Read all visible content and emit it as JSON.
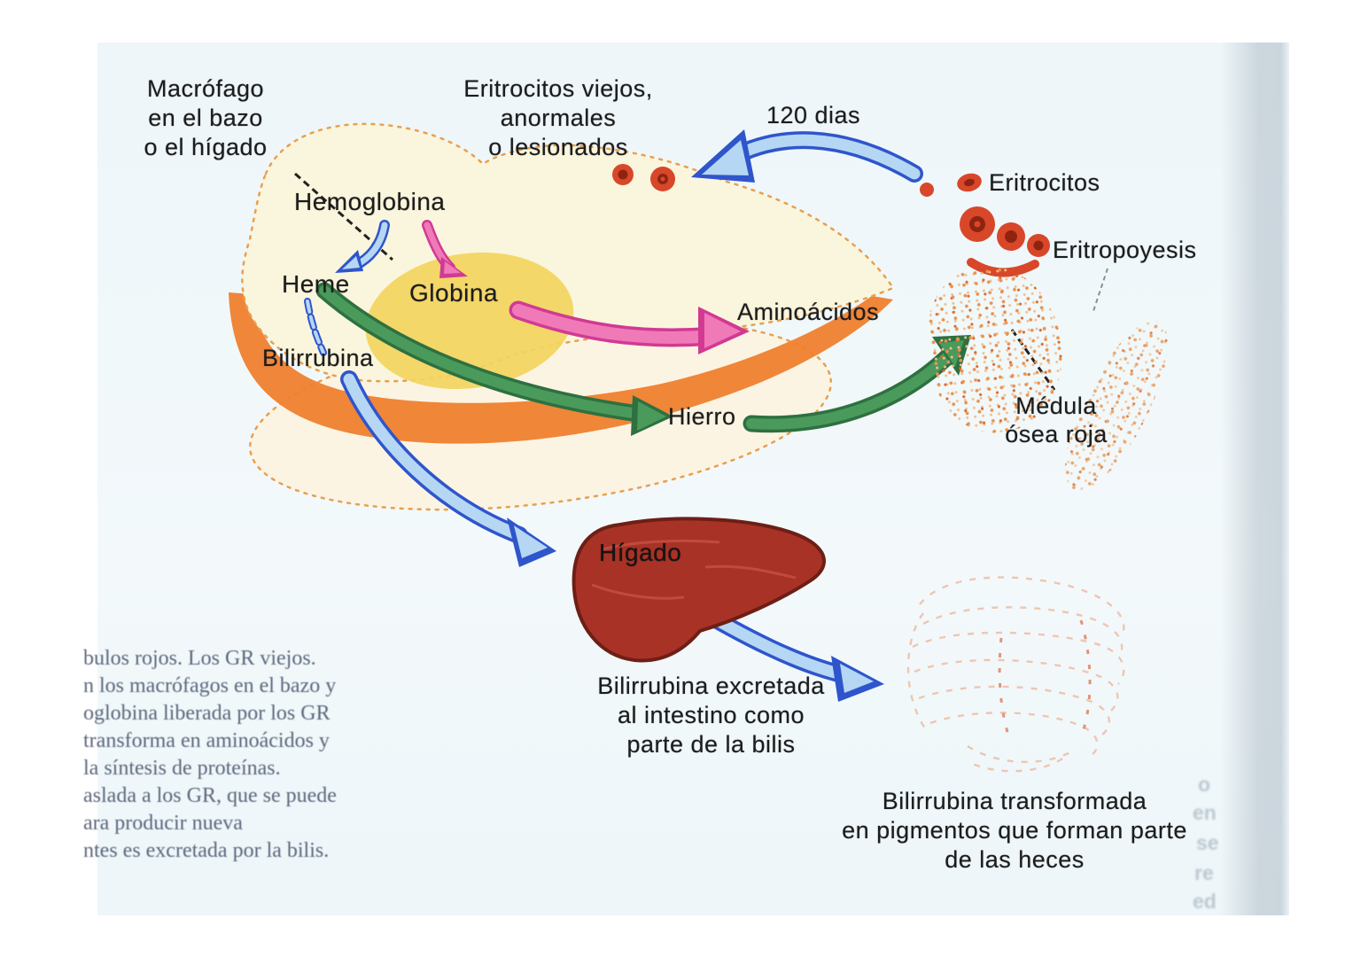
{
  "colors": {
    "scan_bg": "#eef6f9",
    "label_text": "#1c1c1c",
    "paragraph_text": "#46536b",
    "cell_fill": "#faf6dd",
    "cell_fill_low": "#fcf4e3",
    "cell_border": "#e8a050",
    "globin_blob": "#f3d45e",
    "ribbon_orange": "#ef7f2e",
    "arrow_blue_light": "#b5d7f3",
    "arrow_blue_dark": "#2f55cc",
    "arrow_pink_light": "#f07ab8",
    "arrow_pink_dark": "#d13a93",
    "arrow_green_light": "#4a9a5c",
    "arrow_green_dark": "#2e7040",
    "rbc_red": "#d8472a",
    "rbc_dark": "#8e2410",
    "liver_red": "#a93226",
    "liver_edge": "#6d1f16",
    "liver_streak": "#c9564a",
    "intestine_pink": "#eec0ab",
    "intestine_dark": "#e08a6a",
    "marrow_dot": "#e8934e",
    "marrow_dot2": "#d96b2f",
    "pointer_black": "#222222"
  },
  "labels": {
    "macrophage": "Macrófago\nen el bazo\no el hígado",
    "old_erythrocytes": "Eritrocitos viejos,\nanormales\no lesionados",
    "days": "120 dias",
    "erythrocytes": "Eritrocitos",
    "erythropoiesis": "Eritropoyesis",
    "hemoglobin": "Hemoglobina",
    "heme": "Heme",
    "globin": "Globina",
    "bilirubin": "Bilirrubina",
    "amino_acids": "Aminoácidos",
    "iron": "Hierro",
    "red_bone_marrow": "Médula\nósea roja",
    "liver": "Hígado",
    "bilirubin_excreted": "Bilirrubina excretada\nal intestino como\nparte de la bilis",
    "bilirubin_transformed": "Bilirrubina transformada\nen pigmentos que forman parte\nde las heces"
  },
  "paragraph": {
    "lines": [
      "bulos rojos. Los GR viejos.",
      "n los macrófagos en el bazo y",
      "oglobina liberada por los GR",
      "transforma en aminoácidos y",
      "la síntesis de proteínas.",
      "aslada a los GR, que se puede",
      "ara producir nueva",
      "ntes es excretada por la bilis."
    ]
  },
  "ghost_text": [
    "o",
    "en",
    "se",
    "re",
    "ed"
  ]
}
